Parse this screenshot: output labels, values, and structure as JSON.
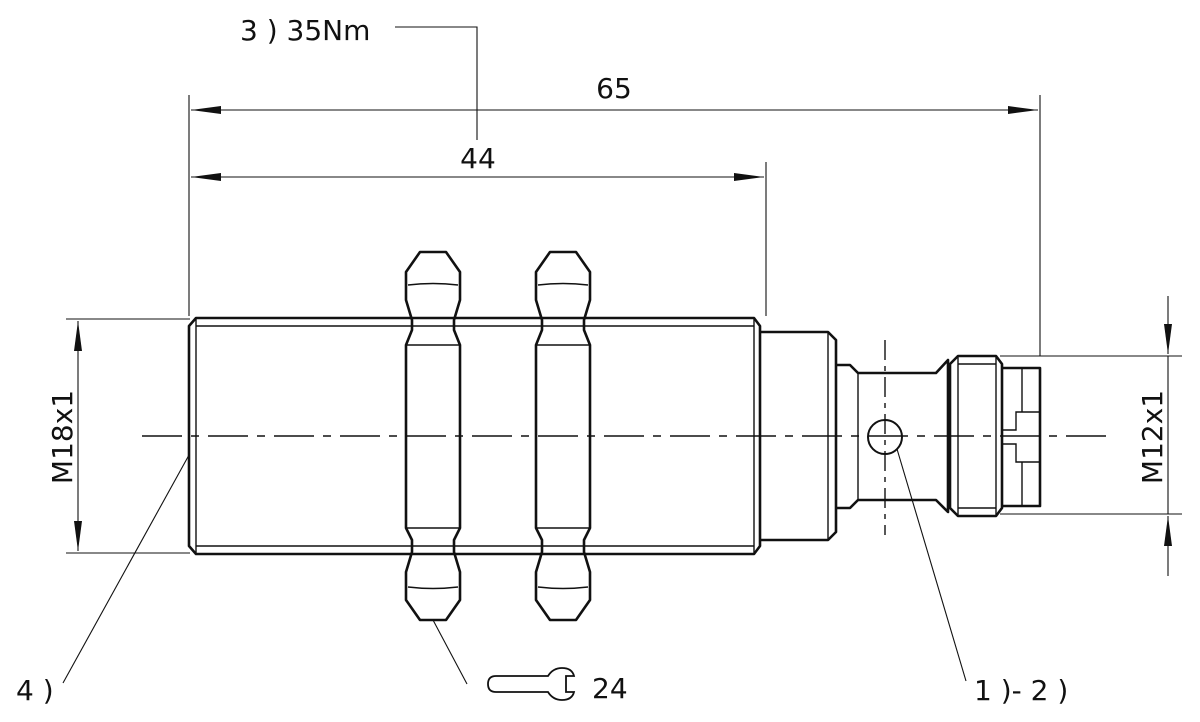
{
  "drawing": {
    "torque_label": "3 ) 35Nm",
    "overall_length": "65",
    "thread_length": "44",
    "thread_main": "M18x1",
    "thread_connector": "M12x1",
    "wrench_size": "24",
    "note_left": "4 )",
    "note_right": "1 )- 2 )"
  }
}
